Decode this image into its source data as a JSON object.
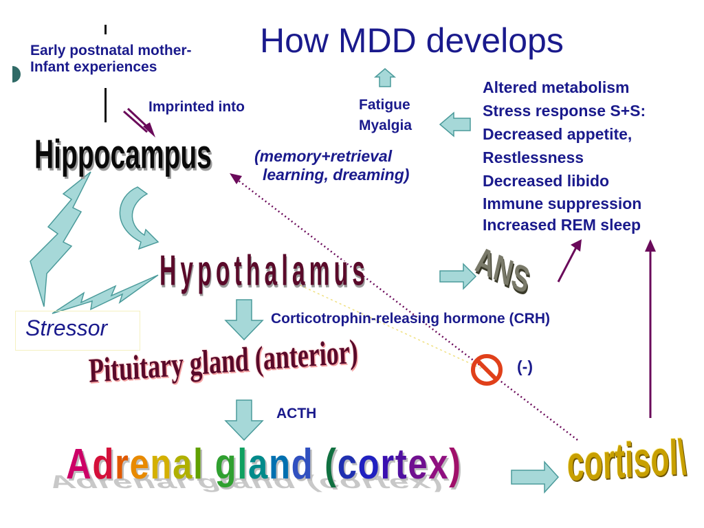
{
  "title": "How MDD develops",
  "early": {
    "line1": "Early postnatal mother-",
    "line2": "Infant experiences"
  },
  "imprinted": "Imprinted into",
  "hippocampus": "Hippocampus",
  "memory": {
    "line1": "(memory+retrieval",
    "line2": "learning, dreaming)"
  },
  "fatigue": {
    "line1": "Fatigue",
    "line2": "Myalgia"
  },
  "effects": [
    "Altered metabolism",
    "Stress response S+S:",
    "Decreased appetite,",
    "Restlessness",
    "Decreased libido",
    "Immune suppression",
    "Increased REM sleep"
  ],
  "hypothalamus": "Hypothalamus",
  "ans": "ANS",
  "stressor": "Stressor",
  "crh": "Corticotrophin-releasing hormone (CRH)",
  "pituitary": "Pituitary gland (anterior)",
  "inhibit": "(-)",
  "acth": "ACTH",
  "adrenal": {
    "full": "Adrenal gland (cortex)",
    "letters": [
      "A",
      "d",
      "r",
      "e",
      "n",
      "a",
      "l",
      " ",
      "g",
      "l",
      "a",
      "n",
      "d",
      " ",
      "(",
      "c",
      "o",
      "r",
      "t",
      "e",
      "x",
      ")"
    ]
  },
  "cortisol": "cortisol\\",
  "colors": {
    "text": "#1a1a8c",
    "arrow_fill": "#a6d8d8",
    "arrow_stroke": "#4a9a9a",
    "purple": "#6a0a5a",
    "inhibit_red": "#e0401a"
  }
}
